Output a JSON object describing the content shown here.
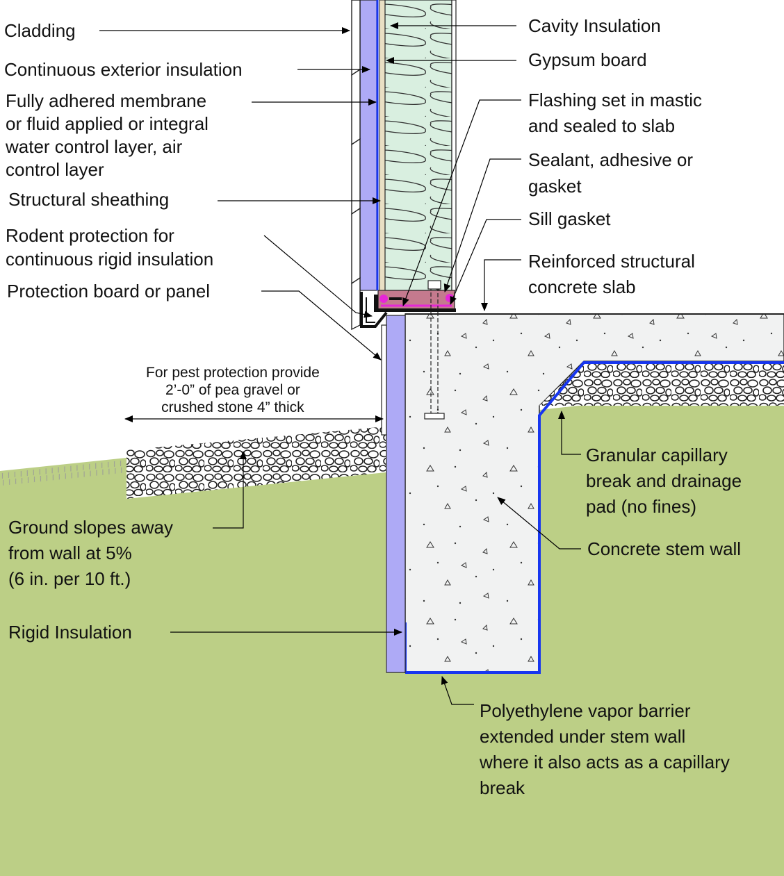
{
  "colors": {
    "ground": "#bccf86",
    "concrete": "#f1f2f2",
    "rigid_insulation": "#aeaaf6",
    "batt_insulation": "#d9efe0",
    "vapor_barrier": "#1736f0",
    "sill_plate": "#c47a8e",
    "gasket": "#e626d8"
  },
  "labels": {
    "cladding": [
      "Cladding"
    ],
    "continuous_exterior_insulation": [
      "Continuous exterior insulation"
    ],
    "membrane": [
      "Fully adhered membrane",
      "or fluid applied or integral",
      "water control layer, air",
      "control layer"
    ],
    "structural_sheathing": [
      "Structural sheathing"
    ],
    "rodent_protection": [
      "Rodent protection for",
      "continuous rigid insulation"
    ],
    "protection_board": [
      "Protection board or panel"
    ],
    "pest_protection": [
      "For pest protection provide",
      "2’-0” of pea gravel or",
      "crushed stone 4” thick"
    ],
    "ground_slopes": [
      "Ground slopes away",
      "from wall at 5%",
      "(6 in. per 10 ft.)"
    ],
    "rigid_insulation": [
      "Rigid Insulation"
    ],
    "cavity_insulation": [
      "Cavity Insulation"
    ],
    "gypsum_board": [
      "Gypsum board"
    ],
    "flashing": [
      "Flashing set in mastic",
      "and sealed to slab"
    ],
    "sealant": [
      "Sealant, adhesive or",
      "gasket"
    ],
    "sill_gasket": [
      "Sill gasket"
    ],
    "slab": [
      "Reinforced structural",
      "concrete slab"
    ],
    "granular_break": [
      "Granular capillary",
      "break and drainage",
      "pad (no fines)"
    ],
    "stem_wall": [
      "Concrete stem wall"
    ],
    "vapor_barrier": [
      "Polyethylene vapor barrier",
      "extended under stem wall",
      "where it also acts as a capillary",
      "break"
    ]
  }
}
